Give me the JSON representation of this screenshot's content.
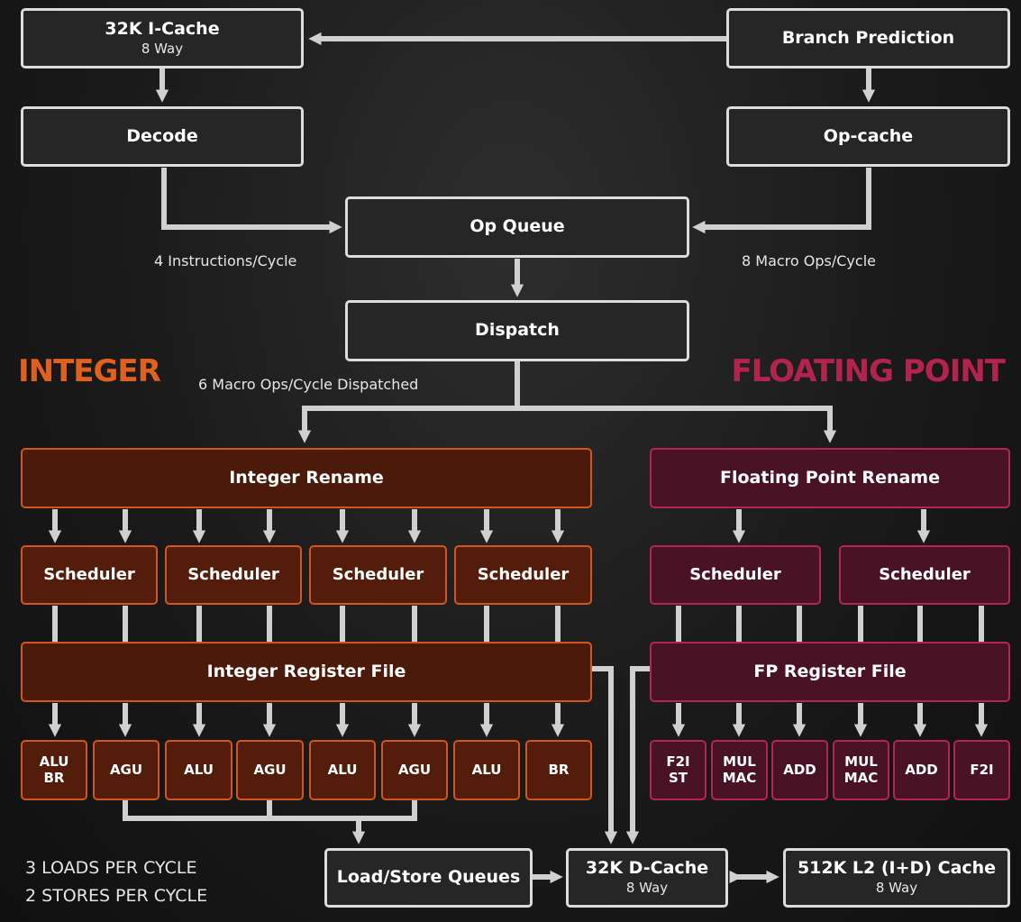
{
  "frontend": {
    "icache": {
      "title": "32K I-Cache",
      "sub": "8 Way"
    },
    "branch": "Branch Prediction",
    "decode": "Decode",
    "opcache": "Op-cache",
    "opqueue": "Op Queue",
    "dispatch": "Dispatch",
    "label_instr": "4 Instructions/Cycle",
    "label_macro": "8 Macro Ops/Cycle",
    "label_dispatched": "6 Macro Ops/Cycle Dispatched"
  },
  "integer": {
    "heading": "INTEGER",
    "heading_color": "#e0601f",
    "rename": "Integer Rename",
    "schedulers": [
      "Scheduler",
      "Scheduler",
      "Scheduler",
      "Scheduler"
    ],
    "regfile": "Integer Register File",
    "units": [
      {
        "l1": "ALU",
        "l2": "BR"
      },
      {
        "l1": "AGU",
        "l2": ""
      },
      {
        "l1": "ALU",
        "l2": ""
      },
      {
        "l1": "AGU",
        "l2": ""
      },
      {
        "l1": "ALU",
        "l2": ""
      },
      {
        "l1": "AGU",
        "l2": ""
      },
      {
        "l1": "ALU",
        "l2": ""
      },
      {
        "l1": "BR",
        "l2": ""
      }
    ]
  },
  "fp": {
    "heading": "FLOATING POINT",
    "heading_color": "#b2244e",
    "rename": "Floating Point Rename",
    "schedulers": [
      "Scheduler",
      "Scheduler"
    ],
    "regfile": "FP Register File",
    "units": [
      {
        "l1": "F2I",
        "l2": "ST"
      },
      {
        "l1": "MUL",
        "l2": "MAC"
      },
      {
        "l1": "ADD",
        "l2": ""
      },
      {
        "l1": "MUL",
        "l2": "MAC"
      },
      {
        "l1": "ADD",
        "l2": ""
      },
      {
        "l1": "F2I",
        "l2": ""
      }
    ]
  },
  "memory": {
    "lsq": "Load/Store Queues",
    "dcache": {
      "title": "32K D-Cache",
      "sub": "8 Way"
    },
    "l2": {
      "title": "512K L2 (I+D) Cache",
      "sub": "8 Way"
    },
    "loads": "3 LOADS PER CYCLE",
    "stores": "2 STORES PER CYCLE"
  },
  "colors": {
    "wire": "#d0d0d0",
    "integer_border": "#d2561f",
    "fp_border": "#b4254f"
  }
}
